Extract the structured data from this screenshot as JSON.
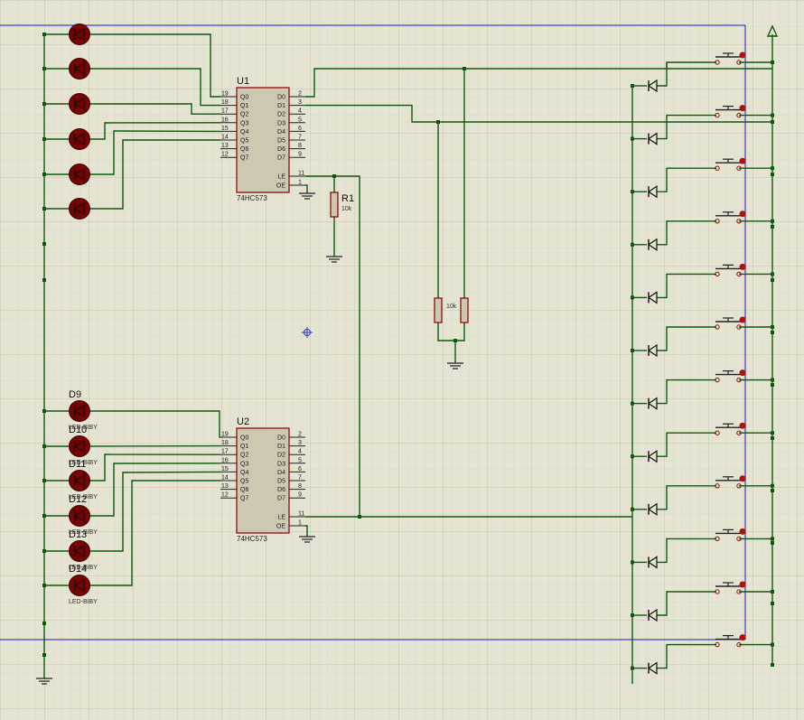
{
  "colors": {
    "background": "#e5e3d2",
    "grid_minor": "#d3d1bf",
    "grid_major": "#c2c0ad",
    "wire": "#0e5b0e",
    "component_outline": "#8a1010",
    "component_fill": "#ccc8b2",
    "led_body": "#7a0000",
    "frame": "#1c1cc0"
  },
  "chips": [
    {
      "ref": "U1",
      "part": "74HC573",
      "left_pins": [
        {
          "num": "19",
          "name": "Q0"
        },
        {
          "num": "18",
          "name": "Q1"
        },
        {
          "num": "17",
          "name": "Q2"
        },
        {
          "num": "16",
          "name": "Q3"
        },
        {
          "num": "15",
          "name": "Q4"
        },
        {
          "num": "14",
          "name": "Q5"
        },
        {
          "num": "13",
          "name": "Q6"
        },
        {
          "num": "12",
          "name": "Q7"
        }
      ],
      "right_pins": [
        {
          "num": "2",
          "name": "D0"
        },
        {
          "num": "3",
          "name": "D1"
        },
        {
          "num": "4",
          "name": "D2"
        },
        {
          "num": "5",
          "name": "D3"
        },
        {
          "num": "6",
          "name": "D4"
        },
        {
          "num": "7",
          "name": "D5"
        },
        {
          "num": "8",
          "name": "D6"
        },
        {
          "num": "9",
          "name": "D7"
        }
      ],
      "ctrl_pins": [
        {
          "num": "11",
          "name": "LE"
        },
        {
          "num": "1",
          "name": "OE"
        }
      ]
    },
    {
      "ref": "U2",
      "part": "74HC573",
      "left_pins": [
        {
          "num": "19",
          "name": "Q0"
        },
        {
          "num": "18",
          "name": "Q1"
        },
        {
          "num": "17",
          "name": "Q2"
        },
        {
          "num": "16",
          "name": "Q3"
        },
        {
          "num": "15",
          "name": "Q4"
        },
        {
          "num": "14",
          "name": "Q5"
        },
        {
          "num": "13",
          "name": "Q6"
        },
        {
          "num": "12",
          "name": "Q7"
        }
      ],
      "right_pins": [
        {
          "num": "2",
          "name": "D0"
        },
        {
          "num": "3",
          "name": "D1"
        },
        {
          "num": "4",
          "name": "D2"
        },
        {
          "num": "5",
          "name": "D3"
        },
        {
          "num": "6",
          "name": "D4"
        },
        {
          "num": "7",
          "name": "D5"
        },
        {
          "num": "8",
          "name": "D6"
        },
        {
          "num": "9",
          "name": "D7"
        }
      ],
      "ctrl_pins": [
        {
          "num": "11",
          "name": "LE"
        },
        {
          "num": "1",
          "name": "OE"
        }
      ]
    }
  ],
  "resistors": [
    {
      "ref": "R1",
      "value": "10k"
    },
    {
      "ref": "",
      "value": "10k"
    },
    {
      "ref": "",
      "value": ""
    }
  ],
  "leds_top": [
    {
      "ref": ""
    },
    {
      "ref": ""
    },
    {
      "ref": ""
    },
    {
      "ref": ""
    },
    {
      "ref": ""
    },
    {
      "ref": ""
    }
  ],
  "leds_bottom": [
    {
      "ref": "D9",
      "part": "LED-BIBY"
    },
    {
      "ref": "D10",
      "part": "LED-BIBY"
    },
    {
      "ref": "D11",
      "part": "LED-BIBY"
    },
    {
      "ref": "D12",
      "part": "LED-BIBY"
    },
    {
      "ref": "D13",
      "part": "LED-BIBY"
    },
    {
      "ref": "D14",
      "part": "LED-BIBY"
    }
  ],
  "keypad_rows": 12
}
